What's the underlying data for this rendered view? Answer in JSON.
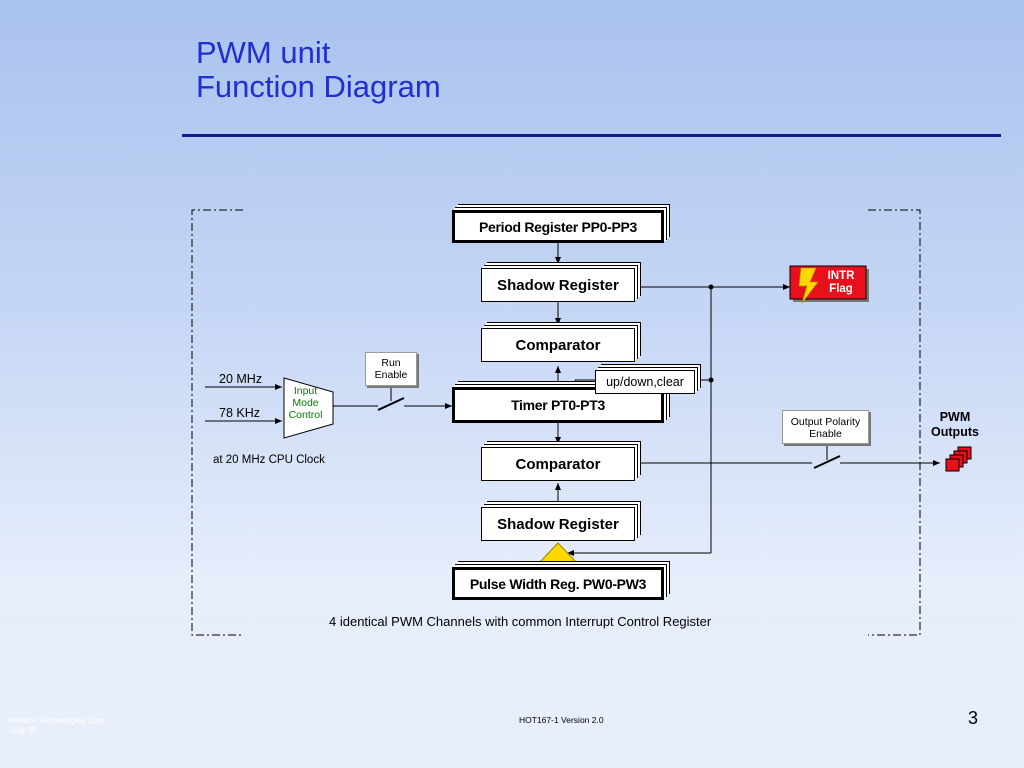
{
  "slide": {
    "title_line1": "PWM unit",
    "title_line2": "Function Diagram",
    "page_number": "3"
  },
  "footer": {
    "company": "Infineon Technologies Corp.",
    "date": "June 99",
    "version": "HOT167-1  Version 2.0"
  },
  "diagram": {
    "period_register": "Period Register PP0-PP3",
    "shadow_register_top": "Shadow Register",
    "comparator_top": "Comparator",
    "timer": "Timer PT0-PT3",
    "comparator_bottom": "Comparator",
    "shadow_register_bottom": "Shadow Register",
    "pulse_width_register": "Pulse Width Reg. PW0-PW3",
    "up_down_clear": "up/down,clear",
    "run_enable_line1": "Run",
    "run_enable_line2": "Enable",
    "input_mode_line1": "Input",
    "input_mode_line2": "Mode",
    "input_mode_line3": "Control",
    "clock_20": "20 MHz",
    "clock_78": "78 KHz",
    "cpu_clock_note": "at 20 MHz CPU Clock",
    "intr_line1": "INTR",
    "intr_line2": "Flag",
    "output_polarity_line1": "Output Polarity",
    "output_polarity_line2": "Enable",
    "pwm_outputs_line1": "PWM",
    "pwm_outputs_line2": "Outputs",
    "caption": "4 identical PWM Channels with common Interrupt Control Register"
  },
  "colors": {
    "title": "#1f2fd1",
    "rule": "#0e1f8e",
    "input_mode_text": "#008000",
    "intr_red": "#e8101c",
    "lightning_yellow": "#ffd800"
  }
}
